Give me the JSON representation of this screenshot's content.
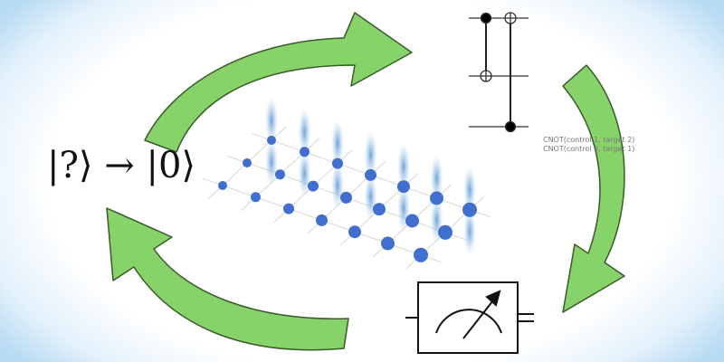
{
  "state_label": "|?⟩ → |0⟩",
  "colors": {
    "arrow_fill": "#86d36a",
    "arrow_stroke": "#3a5a2a",
    "atom": "#3f6fd0",
    "beam": "#7fb2e0"
  },
  "lattice": {
    "rows": 3,
    "columns": 7
  },
  "circuit": {
    "wires": 3,
    "gates": [
      "CNOT(control 1, target 2)",
      "CNOT(control 3, target 1)"
    ]
  },
  "icons": [
    "cycle-arrow-icon",
    "measurement-meter-icon"
  ]
}
